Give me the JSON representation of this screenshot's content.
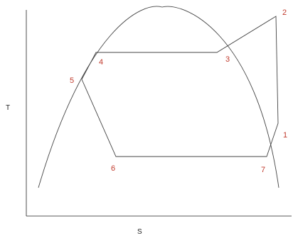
{
  "axes": {
    "y_label": "T",
    "x_label": "S"
  },
  "colors": {
    "point_label": "#c0392b",
    "curve": "#444444",
    "axis": "#222222"
  },
  "points": {
    "p1": "1",
    "p2": "2",
    "p3": "3",
    "p4": "4",
    "p5": "5",
    "p6": "6",
    "p7": "7"
  }
}
